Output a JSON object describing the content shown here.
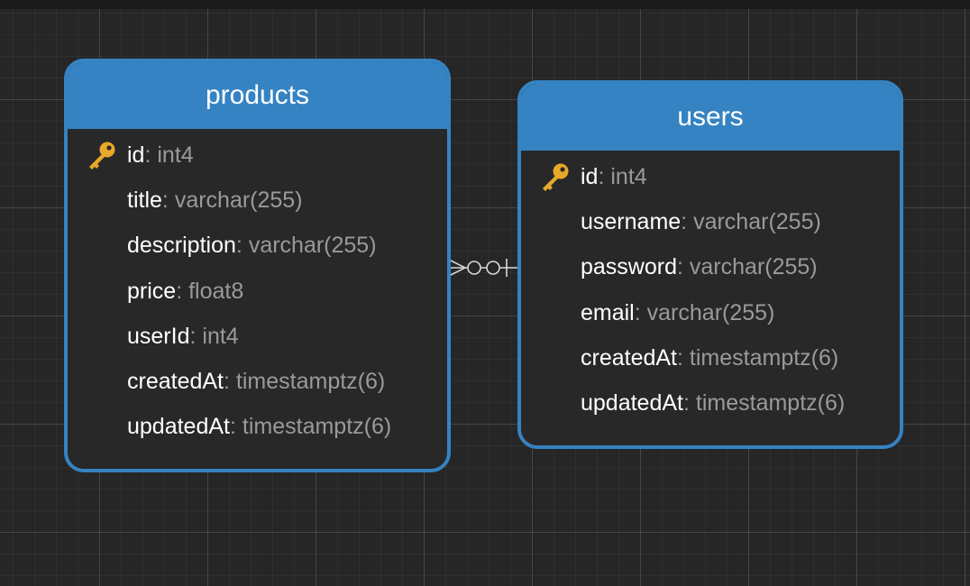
{
  "diagram": {
    "tables": [
      {
        "name": "products",
        "fields": [
          {
            "name": "id",
            "type": "int4",
            "primary_key": true
          },
          {
            "name": "title",
            "type": "varchar(255)",
            "primary_key": false
          },
          {
            "name": "description",
            "type": "varchar(255)",
            "primary_key": false
          },
          {
            "name": "price",
            "type": "float8",
            "primary_key": false
          },
          {
            "name": "userId",
            "type": "int4",
            "primary_key": false
          },
          {
            "name": "createdAt",
            "type": "timestamptz(6)",
            "primary_key": false
          },
          {
            "name": "updatedAt",
            "type": "timestamptz(6)",
            "primary_key": false
          }
        ]
      },
      {
        "name": "users",
        "fields": [
          {
            "name": "id",
            "type": "int4",
            "primary_key": true
          },
          {
            "name": "username",
            "type": "varchar(255)",
            "primary_key": false
          },
          {
            "name": "password",
            "type": "varchar(255)",
            "primary_key": false
          },
          {
            "name": "email",
            "type": "varchar(255)",
            "primary_key": false
          },
          {
            "name": "createdAt",
            "type": "timestamptz(6)",
            "primary_key": false
          },
          {
            "name": "updatedAt",
            "type": "timestamptz(6)",
            "primary_key": false
          }
        ]
      }
    ],
    "relationships": [
      {
        "from": "products",
        "to": "users",
        "from_cardinality": "zero-or-many",
        "to_cardinality": "zero-or-one"
      }
    ],
    "colors": {
      "header": "#3583c2",
      "body": "#282828",
      "canvas": "#262626",
      "field_name": "#ffffff",
      "field_type": "#9a9a9a",
      "key_icon": "#e8a82a",
      "connector": "#d8d8d8"
    },
    "icons": {
      "primary_key": "key-icon"
    }
  }
}
